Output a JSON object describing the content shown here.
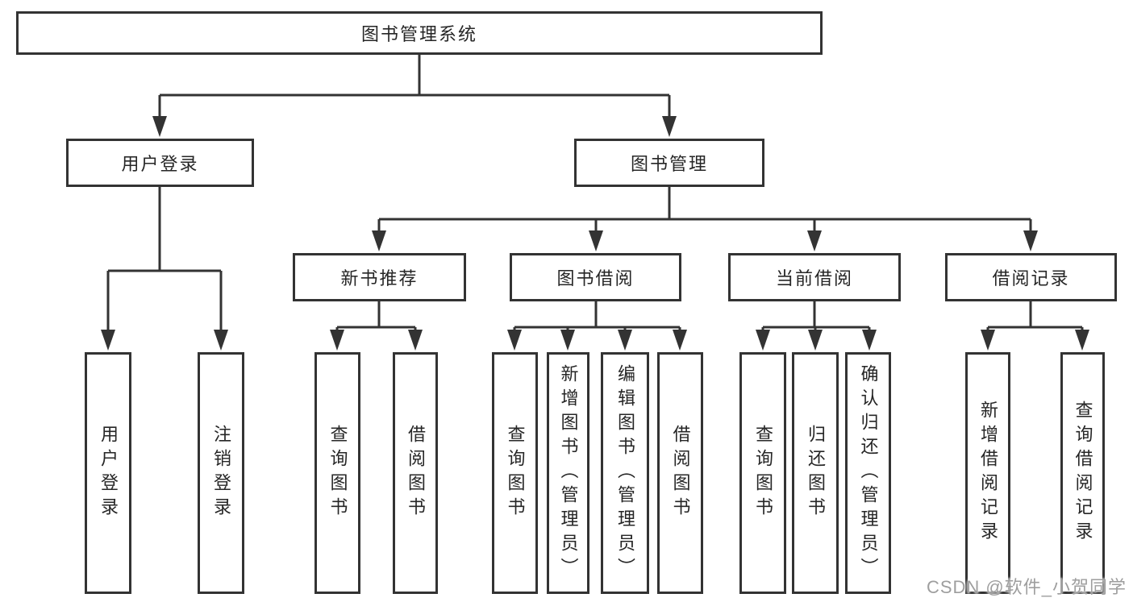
{
  "tree": {
    "label": "图书管理系统",
    "children": [
      {
        "label": "用户登录",
        "children": [
          {
            "label": "用户登录"
          },
          {
            "label": "注销登录"
          }
        ]
      },
      {
        "label": "图书管理",
        "children": [
          {
            "label": "新书推荐",
            "children": [
              {
                "label": "查询图书"
              },
              {
                "label": "借阅图书"
              }
            ]
          },
          {
            "label": "图书借阅",
            "children": [
              {
                "label": "查询图书"
              },
              {
                "label": "新增图书（管理员）"
              },
              {
                "label": "编辑图书（管理员）"
              },
              {
                "label": "借阅图书"
              }
            ]
          },
          {
            "label": "当前借阅",
            "children": [
              {
                "label": "查询图书"
              },
              {
                "label": "归还图书"
              },
              {
                "label": "确认归还（管理员）"
              }
            ]
          },
          {
            "label": "借阅记录",
            "children": [
              {
                "label": "新增借阅记录"
              },
              {
                "label": "查询借阅记录"
              }
            ]
          }
        ]
      }
    ]
  },
  "watermark": "CSDN @软件_小贺同学",
  "colors": {
    "line": "#333333",
    "text": "#262626",
    "background": "#ffffff",
    "watermark": "#9e9e9e"
  }
}
